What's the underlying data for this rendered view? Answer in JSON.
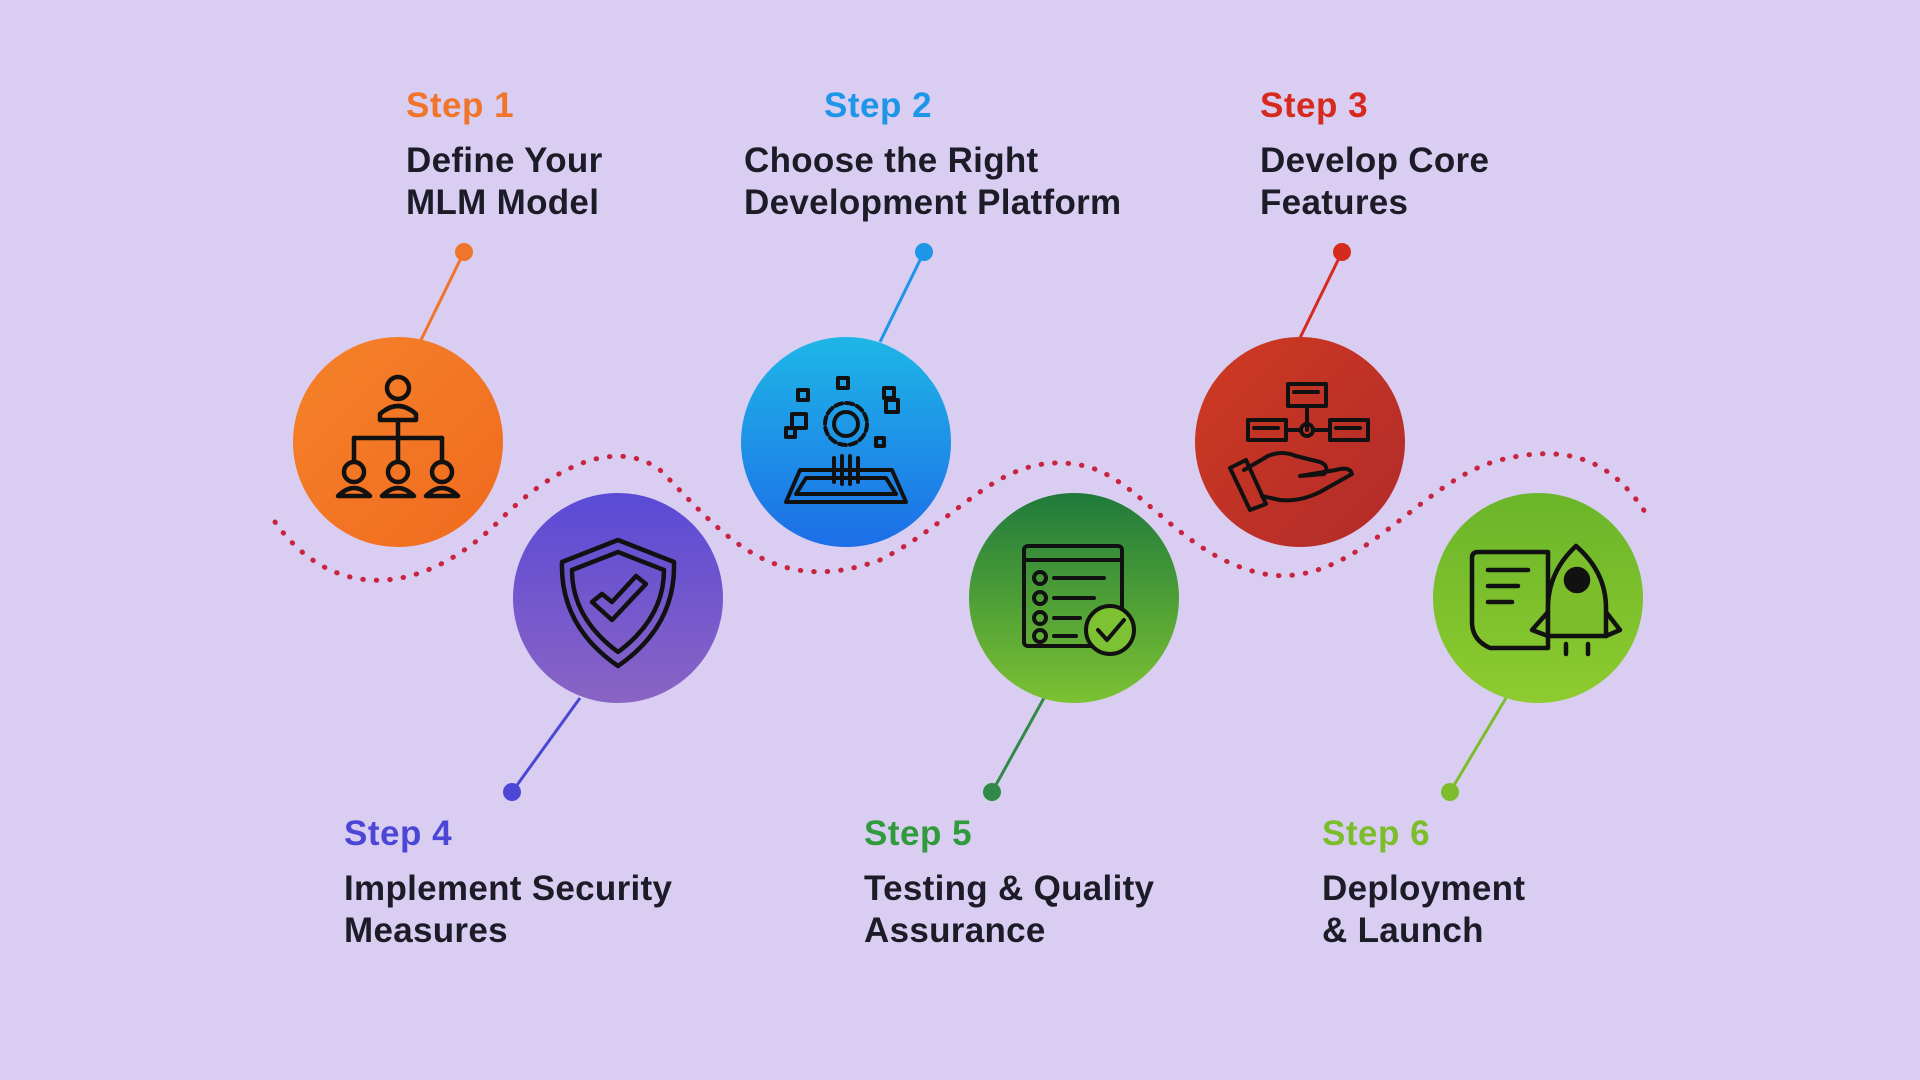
{
  "colors": {
    "background": "#d9cef1",
    "wave": "#c9243f",
    "step1": "#f0742a",
    "step2": "#1e96e8",
    "step3": "#d72a1f",
    "step4": "#4b46d6",
    "step5": "#2f9b3c",
    "step6": "#7cbd2c"
  },
  "steps": [
    {
      "number": "Step 1",
      "title": "Define Your\nMLM Model",
      "icon": "hierarchy-org-chart-icon"
    },
    {
      "number": "Step 2",
      "title": "Choose the Right\nDevelopment Platform",
      "icon": "gear-platform-icon"
    },
    {
      "number": "Step 3",
      "title": "Develop Core\nFeatures",
      "icon": "hand-flowchart-icon"
    },
    {
      "number": "Step 4",
      "title": "Implement Security\nMeasures",
      "icon": "shield-check-icon"
    },
    {
      "number": "Step 5",
      "title": "Testing & Quality\nAssurance",
      "icon": "checklist-icon"
    },
    {
      "number": "Step 6",
      "title": "Deployment\n& Launch",
      "icon": "rocket-document-icon"
    }
  ]
}
